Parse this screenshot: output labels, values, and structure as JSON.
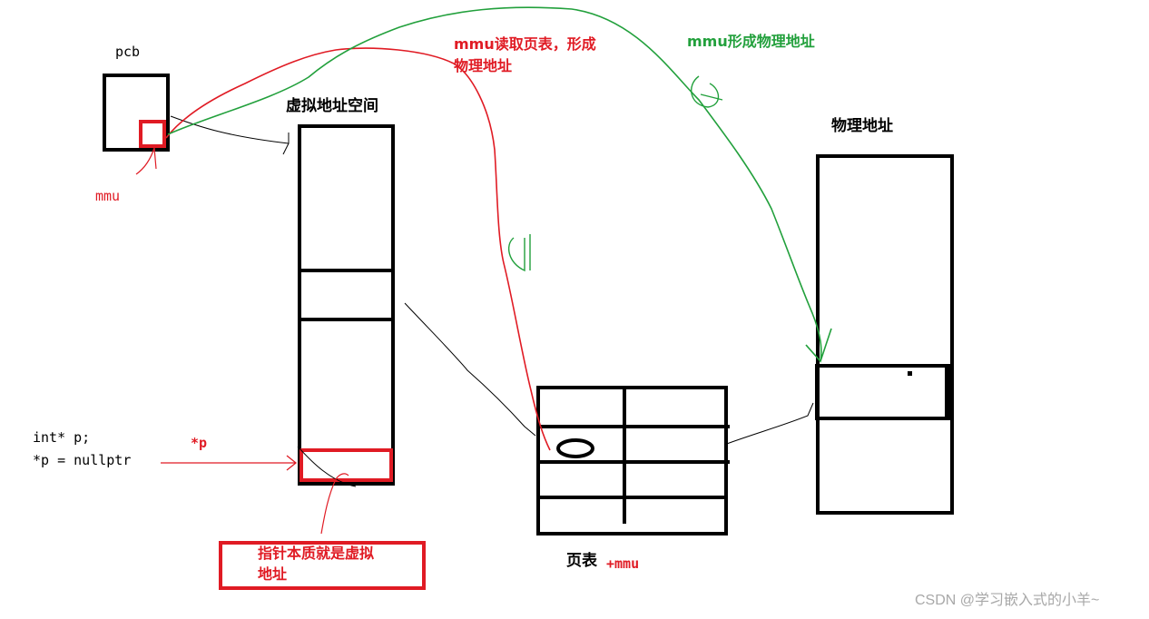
{
  "labels": {
    "pcb": "pcb",
    "mmu": "mmu",
    "virtual_space": "虚拟地址空间",
    "mmu_read_line1": "mmu读取页表，形成",
    "mmu_read_line2": "物理地址",
    "mmu_form": "mmu形成物理地址",
    "physical": "物理地址",
    "code_line1": "int* p;",
    "code_line2": "*p = nullptr",
    "deref": "*p",
    "pointer_note_line1": "指针本质就是虚拟",
    "pointer_note_line2": "地址",
    "page_table": "页表",
    "page_table_mmu": "+mmu",
    "watermark": "CSDN @学习嵌入式的小羊~"
  },
  "colors": {
    "black": "#000000",
    "red": "#e01b24",
    "green": "#22a03c",
    "watermark": "#a8a8a8"
  }
}
